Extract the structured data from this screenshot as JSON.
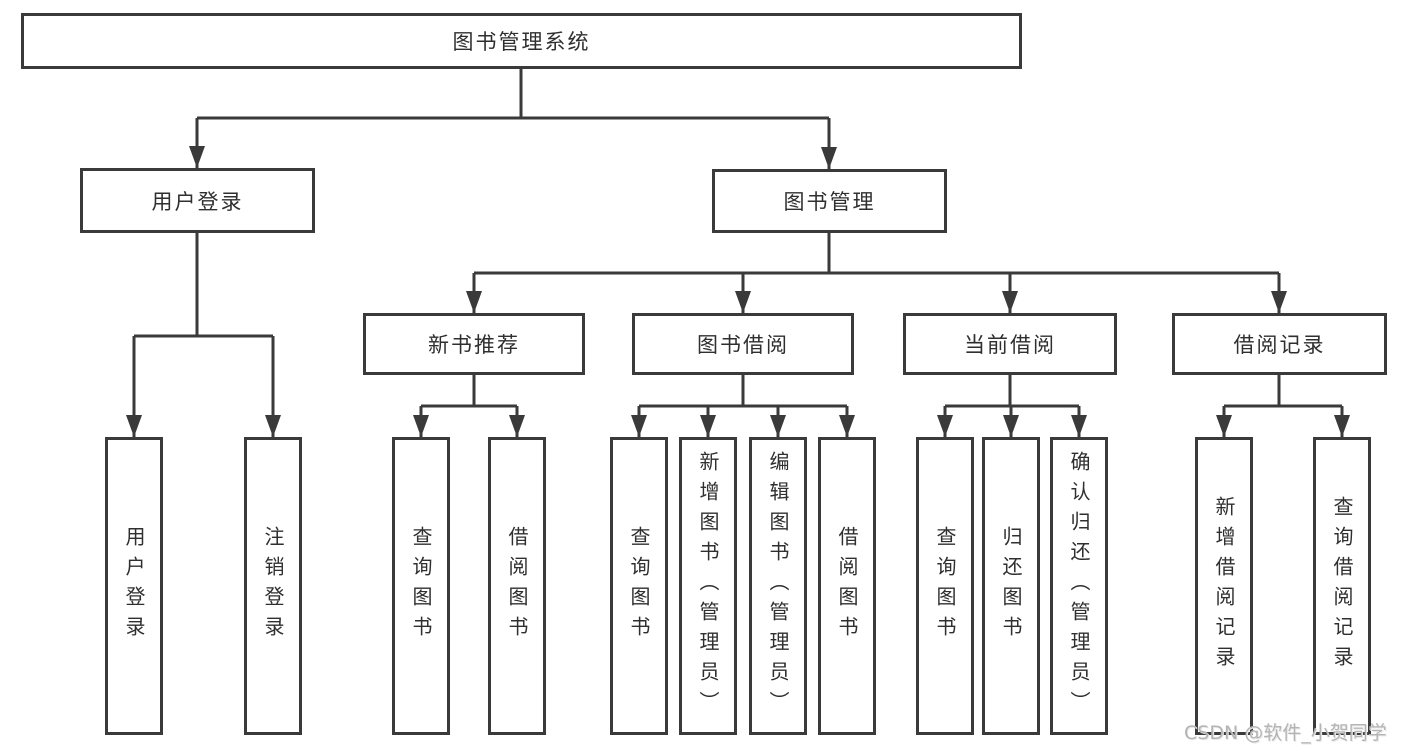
{
  "tree": {
    "root": "图书管理系统",
    "branches": [
      {
        "label": "用户登录",
        "children": [
          "用户登录",
          "注销登录"
        ]
      },
      {
        "label": "图书管理",
        "children": [
          {
            "label": "新书推荐",
            "children": [
              "查询图书",
              "借阅图书"
            ]
          },
          {
            "label": "图书借阅",
            "children": [
              "查询图书",
              "新增图书（管理员）",
              "编辑图书（管理员）",
              "借阅图书"
            ]
          },
          {
            "label": "当前借阅",
            "children": [
              "查询图书",
              "归还图书",
              "确认归还（管理员）"
            ]
          },
          {
            "label": "借阅记录",
            "children": [
              "新增借阅记录",
              "查询借阅记录"
            ]
          }
        ]
      }
    ]
  },
  "watermark": "CSDN @软件_小贺同学",
  "colors": {
    "line": "#3a3a3a",
    "box_border": "#3a3a3a",
    "box_fill": "#ffffff",
    "text": "#2f2f2f",
    "watermark": "#b4b4b4",
    "background": "#ffffff"
  }
}
